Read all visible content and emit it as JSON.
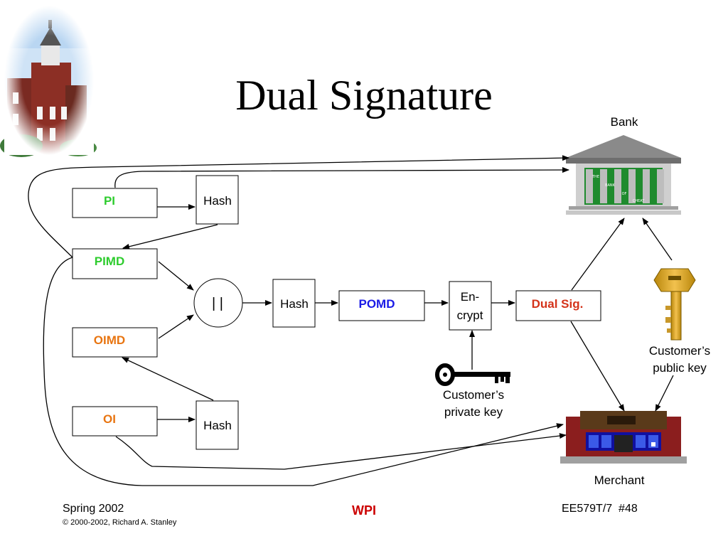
{
  "slide": {
    "title": "Dual Signature"
  },
  "diagram": {
    "boxes": {
      "pi": "PI",
      "pimd": "PIMD",
      "oimd": "OIMD",
      "oi": "OI",
      "hash_pi": "Hash",
      "hash_oi": "Hash",
      "hash_concat": "Hash",
      "concat": "| |",
      "pomd": "POMD",
      "encrypt_line1": "En-",
      "encrypt_line2": "crypt",
      "dual_sig": "Dual Sig."
    },
    "labels": {
      "bank": "Bank",
      "merchant": "Merchant",
      "public_key_line1": "Customer’s",
      "public_key_line2": "public key",
      "private_key_line1": "Customer’s",
      "private_key_line2": "private key"
    },
    "bank_sign": {
      "l1": "THE",
      "l2": "BANK",
      "l3": "OF",
      "l4": "CHEAT"
    },
    "colors": {
      "green": "#2ecc2e",
      "orange": "#e87511",
      "blue": "#1a1ae6",
      "red": "#d4331a"
    }
  },
  "footer": {
    "term": "Spring 2002",
    "copyright": "© 2000-2002, Richard A. Stanley",
    "org": "WPI",
    "course": "EE579T/7  #48"
  }
}
